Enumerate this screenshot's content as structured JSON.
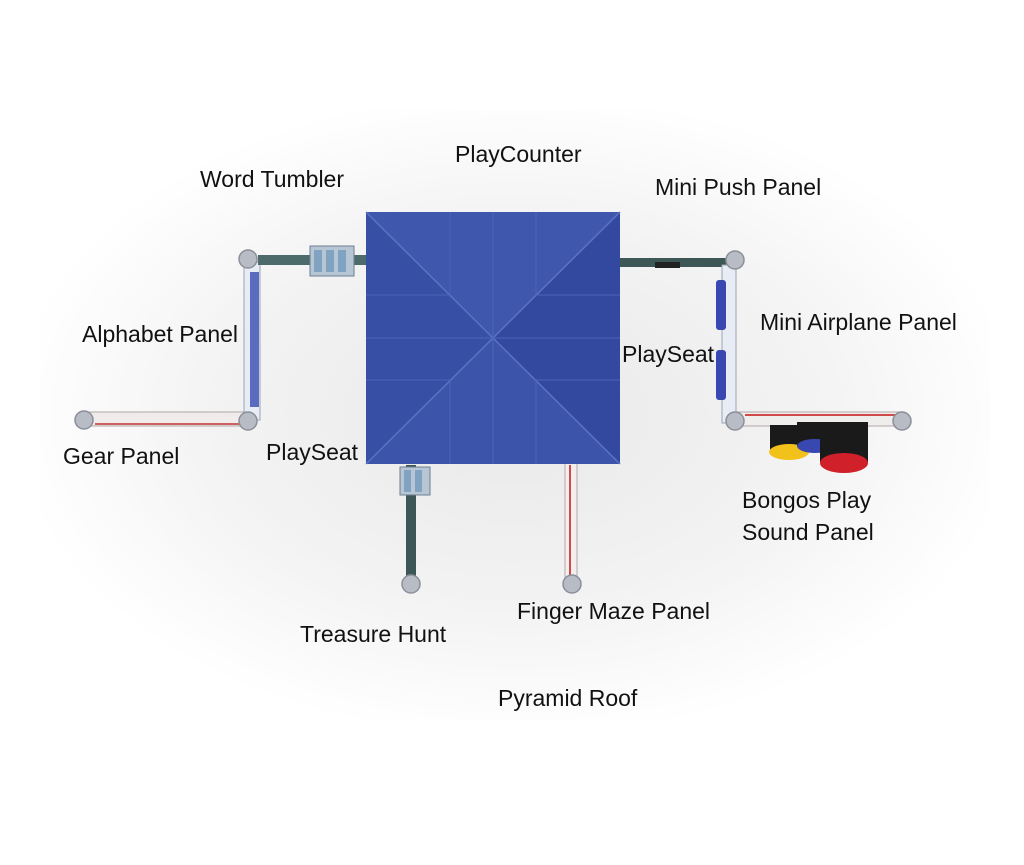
{
  "labels": {
    "playcounter": "PlayCounter",
    "word_tumbler": "Word Tumbler",
    "mini_push_panel": "Mini Push Panel",
    "alphabet_panel": "Alphabet Panel",
    "mini_airplane_panel": "Mini Airplane Panel",
    "playseat_right": "PlaySeat",
    "gear_panel": "Gear Panel",
    "playseat_left": "PlaySeat",
    "bongos_line1": "Bongos Play",
    "bongos_line2": "Sound Panel",
    "finger_maze_panel": "Finger Maze Panel",
    "treasure_hunt": "Treasure Hunt",
    "pyramid_roof": "Pyramid Roof"
  },
  "colors": {
    "roof": "#3a52a8",
    "roof_dark": "#34499b",
    "roof_line": "#5b73c4",
    "post": "#b8bcc4",
    "panel_blue": "#3848b0",
    "bongo_red": "#d0202a",
    "bongo_yellow": "#f2c21a",
    "bongo_black": "#1a1a1a",
    "maze_red": "#d04a4a"
  }
}
